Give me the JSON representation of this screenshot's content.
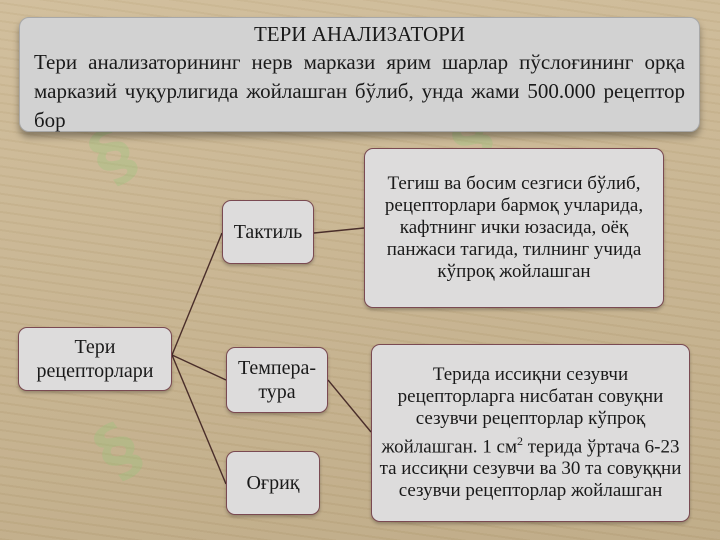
{
  "header": {
    "title": "ТЕРИ АНАЛИЗАТОРИ",
    "text": "Тери анализаторининг нерв маркази ярим шарлар пўслоғининг орқа марказий чуқурлигида жойлашган бўлиб, унда жами 500.000 рецептор бор"
  },
  "diagram": {
    "root": {
      "line1": "Тери",
      "line2": "рецепторлари"
    },
    "branches": [
      {
        "label": "Тактиль",
        "description": "Тегиш ва босим сезгиси бўлиб, рецепторлари бармоқ учларида, кафтнинг ички юзасида, оёқ панжаси тагида, тилнинг учида кўпроқ жойлашган"
      },
      {
        "label_line1": "Темпера-",
        "label_line2": "тура",
        "description_part1": "Терида иссиқни сезувчи рецепторларга нисбатан совуқни сезувчи рецепторлар кўпроқ жойлашган. 1 см",
        "description_sup": "2",
        "description_part2": " терида ўртача 6-23 та иссиқни сезувчи ва 30 та совуққни сезувчи рецепторлар жойлашган"
      },
      {
        "label": "Оғриқ"
      }
    ]
  },
  "colors": {
    "background": "#cbb68f",
    "box_fill": "#dddcdc",
    "box_border": "#7a4a52",
    "header_fill": "#d2d2d2",
    "connector": "#4a2e2a"
  }
}
